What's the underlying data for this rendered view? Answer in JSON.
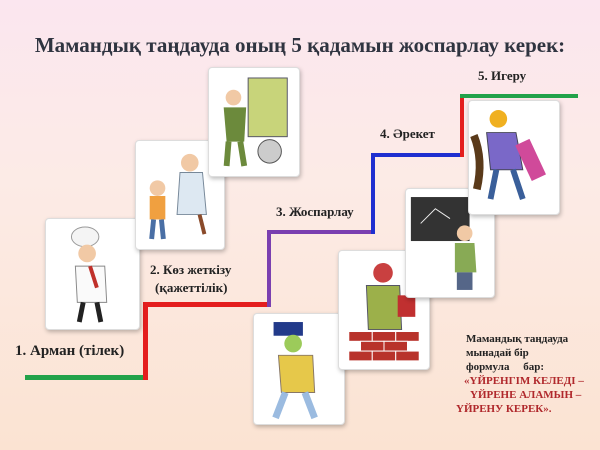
{
  "title": "Мамандық таңдауда оның 5 қадамын жоспарлау керек:",
  "steps": [
    {
      "label": "1. Арман (тілек)",
      "color": "#22a24a"
    },
    {
      "label": "2. Көз жеткізу",
      "sub": "(қажеттілік)",
      "color": "#e41e1e"
    },
    {
      "label": "3. Жоспарлау",
      "color": "#7a3fb0"
    },
    {
      "label": "4. Әрекет",
      "color": "#1e2fd0"
    },
    {
      "label": "5. Игеру",
      "color": "#22a24a"
    }
  ],
  "formula": {
    "line1": "Мамандық таңдауда",
    "line2": "мынадай бір",
    "line3": "формула     бар:",
    "quote1": "«ҮЙРЕНГІМ КЕЛЕДІ –",
    "quote2": "ҮЙРЕНЕ АЛАМЫН –",
    "quote3": "ҮЙРЕНУ КЕРЕК»."
  }
}
